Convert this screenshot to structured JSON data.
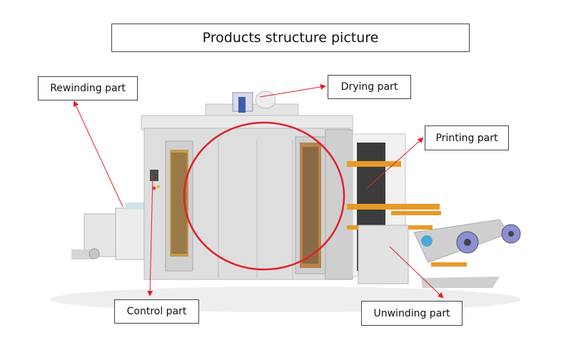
{
  "title": "Products structure picture",
  "labels": {
    "rewinding": "Rewinding part",
    "drying": "Drying part",
    "printing": "Printing part",
    "control": "Control part",
    "unwinding": "Unwinding part"
  },
  "colors": {
    "annotation": "#e0202a",
    "machine_body": "#dcdcdc",
    "accent_orange": "#e79a2a",
    "roller_purple": "#8b8fd6"
  }
}
